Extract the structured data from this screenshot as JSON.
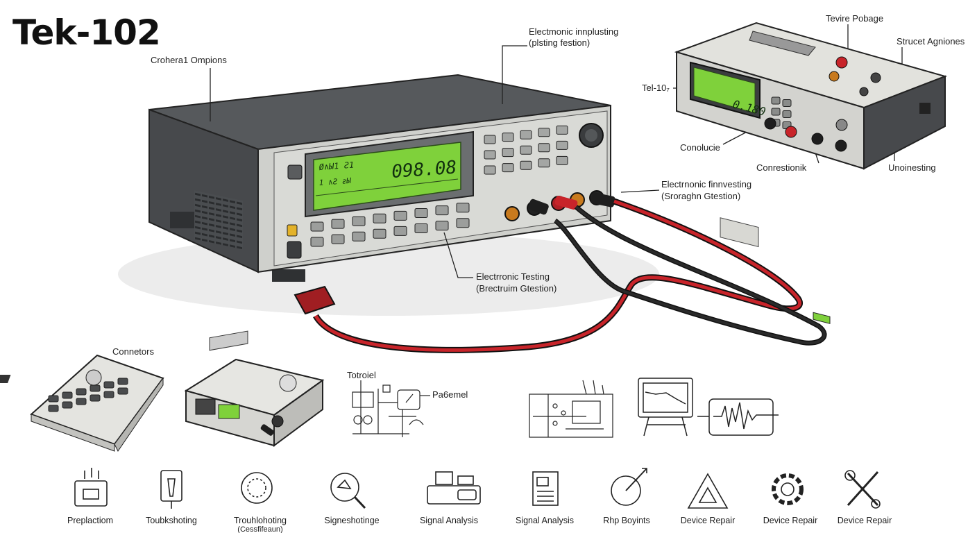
{
  "title": "Tek-102",
  "device": {
    "display_reading": "098.08",
    "display_small_1": "Ø∧Ы1 Ƨ1",
    "display_small_2": "1 ∧Ƨ ƨЫ",
    "aux_display_reading": "0.180"
  },
  "callouts": {
    "top_left": "Crohera1 Ompions",
    "top_center_1": "Electmonic innplusting",
    "top_center_2": "(plsting festion)",
    "right_1": "Electrnonic finnvesting",
    "right_2": "(Sroraghn Gtestion)",
    "bottom_1": "Electrronic Testing",
    "bottom_2": "(Brectruim Gtestion)",
    "aux_top": "Tevire Pobage",
    "aux_right": "Strucet Agniones",
    "aux_left": "Tel-10₇",
    "aux_conn_1": "Conolucie",
    "aux_conn_2": "Conrestionik",
    "aux_bottom": "Unoinesting",
    "connectors": "Connetors",
    "schematic_1": "Totroiel",
    "schematic_2": "Pa6emel"
  },
  "icons": [
    {
      "name": "printer-icon",
      "label": "Preplactiom"
    },
    {
      "name": "probe-icon",
      "label": "Toubkshoting"
    },
    {
      "name": "ring-icon",
      "label": "Trouhlohoting",
      "sub": "(Cessfifeaun)"
    },
    {
      "name": "magnifier-icon",
      "label": "Signeshotinge"
    },
    {
      "name": "analyzer-icon",
      "label": "Signal Analysis"
    },
    {
      "name": "document-icon",
      "label": "Signal Analysis"
    },
    {
      "name": "target-icon",
      "label": "Rhp Boyints"
    },
    {
      "name": "warning-triangle-icon",
      "label": "Device Repair"
    },
    {
      "name": "gear-icon",
      "label": "Device Repair"
    },
    {
      "name": "wrench-tools-icon",
      "label": "Device Repair"
    }
  ],
  "colors": {
    "lcd_green": "#7fd13b",
    "case_dark": "#4a4d50",
    "panel": "#d9dad6",
    "lead_red": "#c8242a",
    "lead_black": "#1e1e1e"
  }
}
